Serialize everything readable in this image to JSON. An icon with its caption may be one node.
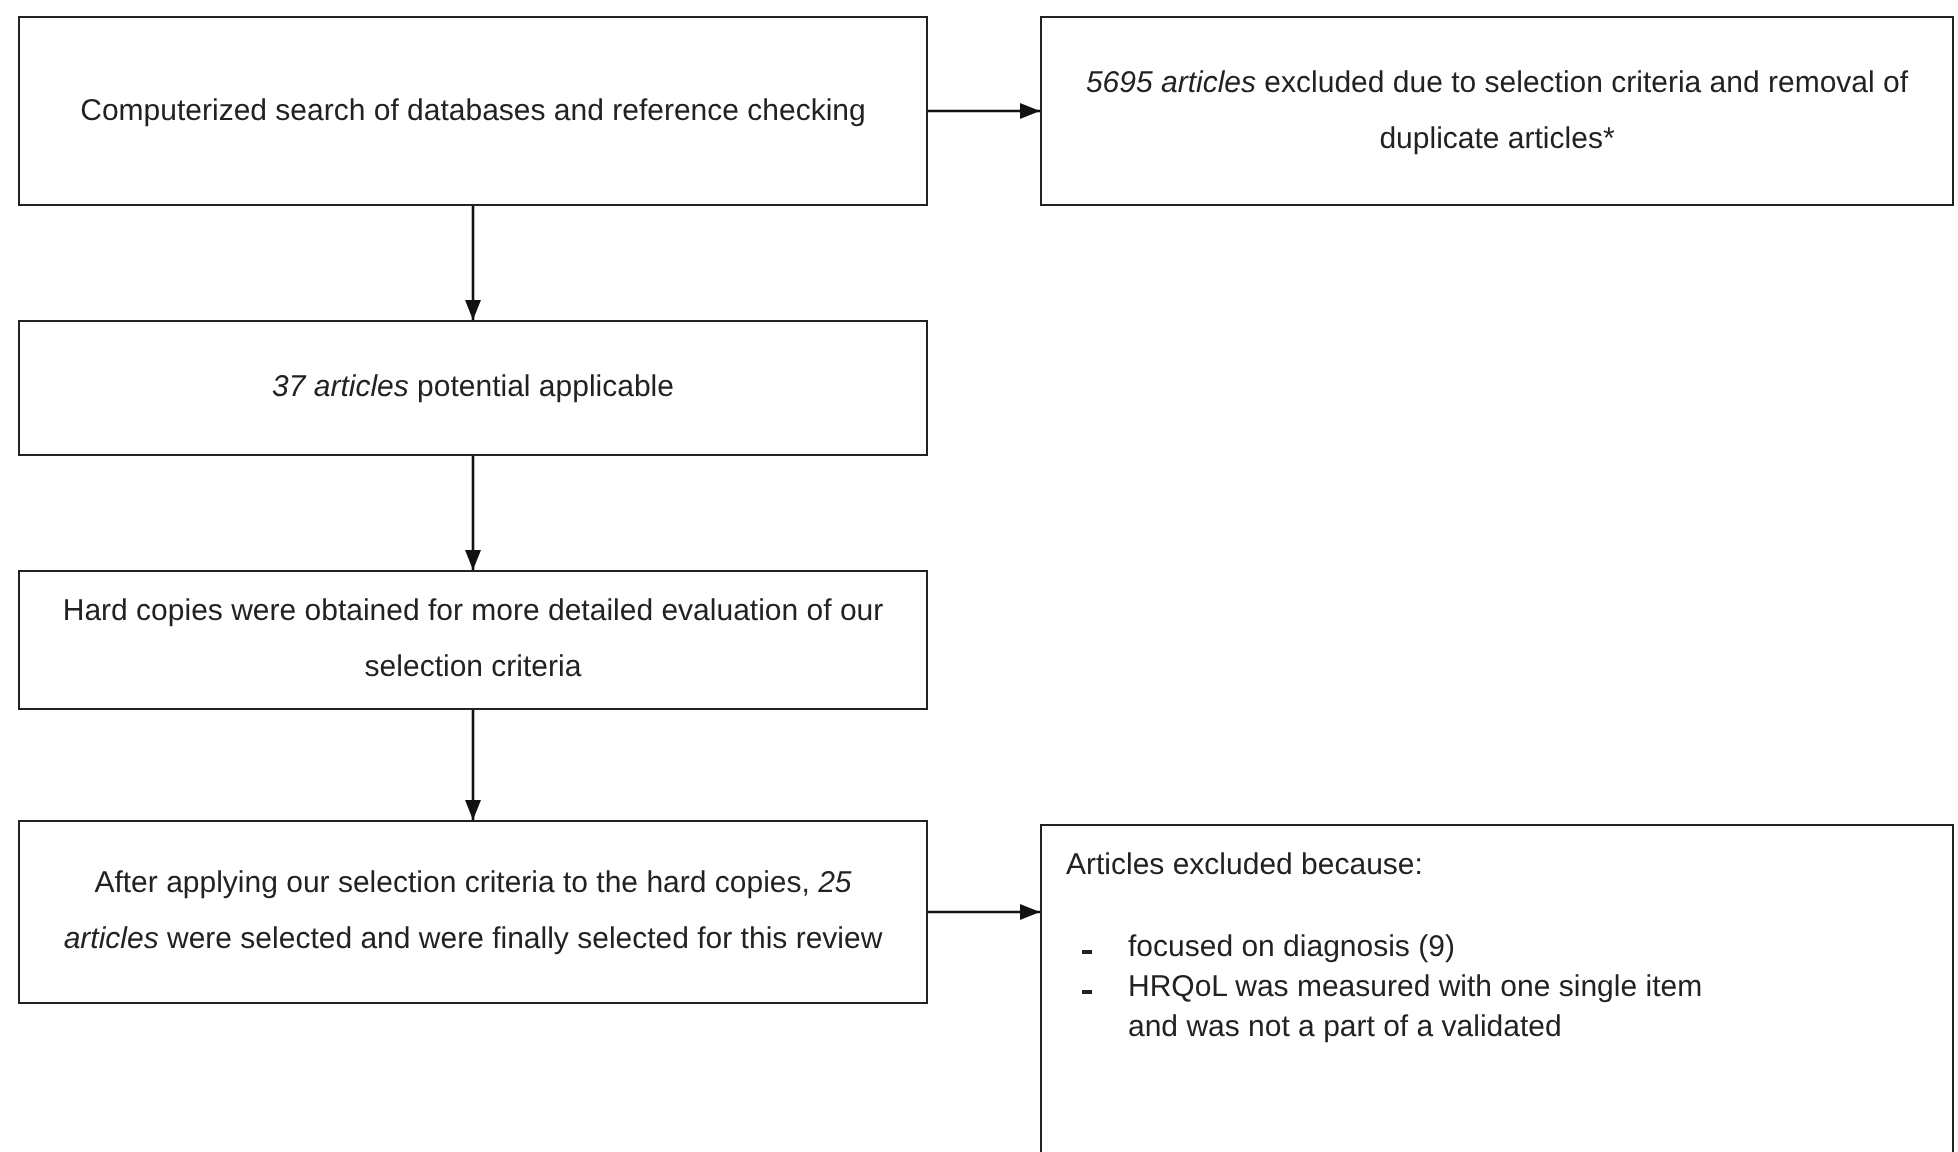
{
  "diagram": {
    "nodes": [
      {
        "text": [
          "Computerized search of databases and reference checking"
        ]
      },
      {
        "text": [
          "*5695 articles* excluded due to selection criteria and removal of duplicate articles*"
        ]
      },
      {
        "text": [
          "*37 articles* potential applicable"
        ]
      },
      {
        "text": [
          "Hard copies were obtained for more detailed evaluation of our selection criteria"
        ]
      },
      {
        "text": [
          "After applying our selection criteria to the hard copies, *25 articles* were selected and were finally selected for this review"
        ]
      },
      {
        "text": [
          "Articles excluded because:",
          "focused on diagnosis (9)",
          "HRQoL was measured with one single item and was not a part of a validated"
        ]
      }
    ],
    "edges": [
      {
        "from": 0,
        "to": 1,
        "arrow": "to"
      },
      {
        "from": 0,
        "to": 2,
        "arrow": "to"
      },
      {
        "from": 2,
        "to": 3,
        "arrow": "to"
      },
      {
        "from": 3,
        "to": 4,
        "arrow": "to"
      },
      {
        "from": 4,
        "to": 5,
        "arrow": "to"
      }
    ]
  }
}
